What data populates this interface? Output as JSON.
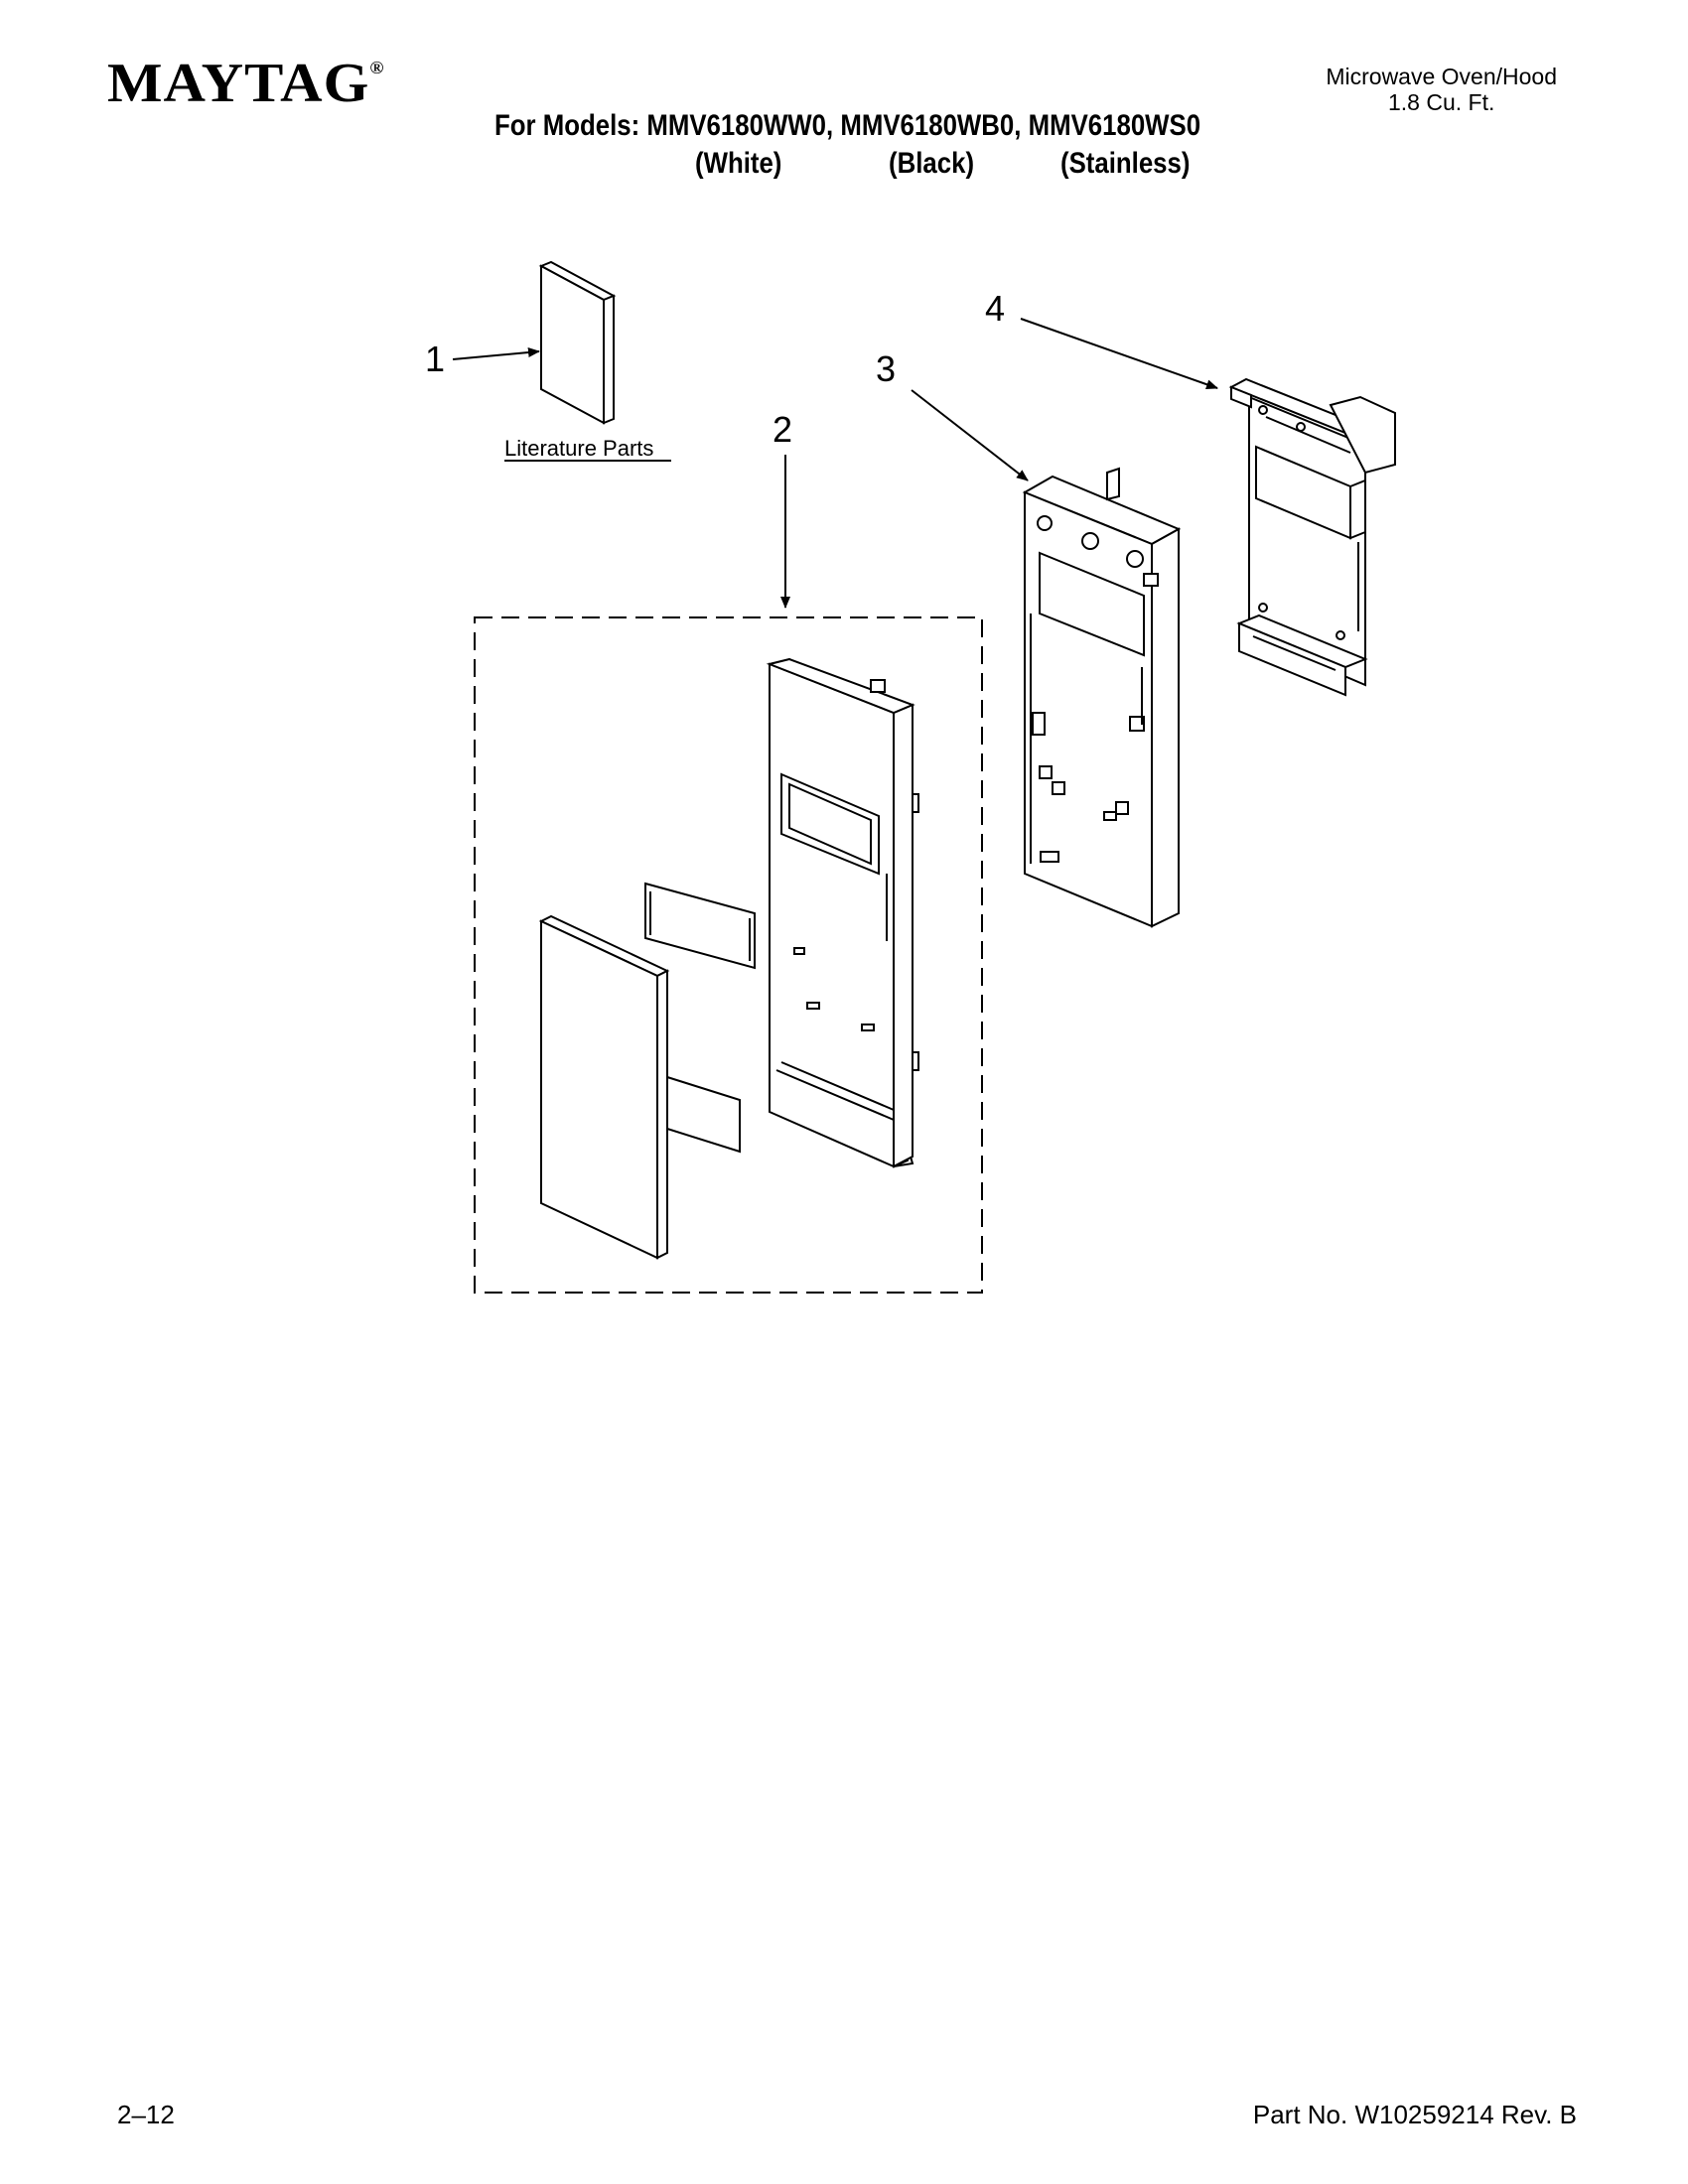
{
  "header": {
    "brand": "MAYTAG",
    "brand_mark": "®",
    "product_line1": "Microwave Oven/Hood",
    "product_line2": "1.8 Cu. Ft.",
    "models_line": "For Models: MMV6180WW0, MMV6180WB0, MMV6180WS0",
    "colors": [
      "(White)",
      "(Black)",
      "(Stainless)"
    ]
  },
  "diagram": {
    "callouts": [
      "1",
      "2",
      "3",
      "4"
    ],
    "literature_label": "Literature Parts"
  },
  "footer": {
    "page": "2–12",
    "part_no": "Part No. W10259214 Rev. B"
  }
}
